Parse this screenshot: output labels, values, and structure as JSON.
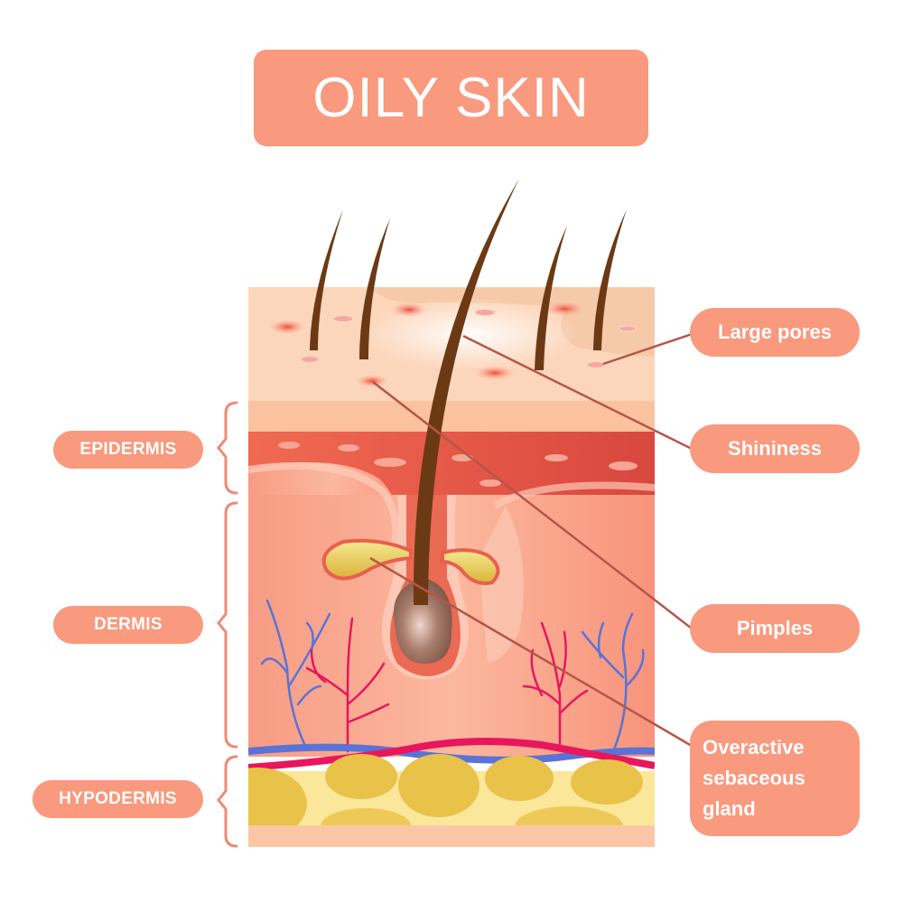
{
  "title": "OILY SKIN",
  "layers": [
    {
      "label": "EPIDERMIS"
    },
    {
      "label": "DERMIS"
    },
    {
      "label": "HYPODERMIS"
    }
  ],
  "callouts": [
    {
      "label": "Large pores"
    },
    {
      "label": "Shininess"
    },
    {
      "label": "Pimples"
    },
    {
      "label": "Overactive sebaceous gland",
      "lines": [
        "Overactive",
        "sebaceous",
        "gland"
      ]
    }
  ],
  "colors": {
    "label_bg": "#f9997e",
    "label_text": "#ffffff",
    "bracket": "#ee8a75",
    "leader_line": "#b5564a",
    "hair": "#6b3a14",
    "artery": "#e8175d",
    "vein": "#5a73d6",
    "fat": "#e9c24a"
  }
}
